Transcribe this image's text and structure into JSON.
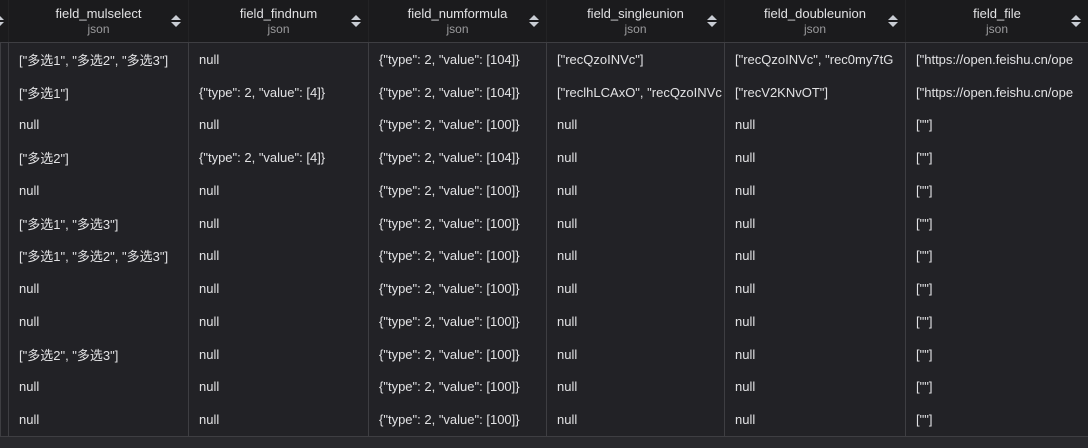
{
  "grid": {
    "columns": [
      {
        "name": "field_mulselect",
        "type": "json"
      },
      {
        "name": "field_findnum",
        "type": "json"
      },
      {
        "name": "field_numformula",
        "type": "json"
      },
      {
        "name": "field_singleunion",
        "type": "json"
      },
      {
        "name": "field_doubleunion",
        "type": "json"
      },
      {
        "name": "field_file",
        "type": "json"
      }
    ],
    "rows": [
      [
        "[\"多选1\", \"多选2\", \"多选3\"]",
        "null",
        "{\"type\": 2, \"value\": [104]}",
        "[\"recQzoINVc\"]",
        "[\"recQzoINVc\", \"rec0my7tG",
        "[\"https://open.feishu.cn/ope"
      ],
      [
        "[\"多选1\"]",
        "{\"type\": 2, \"value\": [4]}",
        "{\"type\": 2, \"value\": [104]}",
        "[\"reclhLCAxO\", \"recQzoINVc",
        "[\"recV2KNvOT\"]",
        "[\"https://open.feishu.cn/ope"
      ],
      [
        "null",
        "null",
        "{\"type\": 2, \"value\": [100]}",
        "null",
        "null",
        "[\"\"]"
      ],
      [
        "[\"多选2\"]",
        "{\"type\": 2, \"value\": [4]}",
        "{\"type\": 2, \"value\": [104]}",
        "null",
        "null",
        "[\"\"]"
      ],
      [
        "null",
        "null",
        "{\"type\": 2, \"value\": [100]}",
        "null",
        "null",
        "[\"\"]"
      ],
      [
        "[\"多选1\", \"多选3\"]",
        "null",
        "{\"type\": 2, \"value\": [100]}",
        "null",
        "null",
        "[\"\"]"
      ],
      [
        "[\"多选1\", \"多选2\", \"多选3\"]",
        "null",
        "{\"type\": 2, \"value\": [100]}",
        "null",
        "null",
        "[\"\"]"
      ],
      [
        "null",
        "null",
        "{\"type\": 2, \"value\": [100]}",
        "null",
        "null",
        "[\"\"]"
      ],
      [
        "null",
        "null",
        "{\"type\": 2, \"value\": [100]}",
        "null",
        "null",
        "[\"\"]"
      ],
      [
        "[\"多选2\", \"多选3\"]",
        "null",
        "{\"type\": 2, \"value\": [100]}",
        "null",
        "null",
        "[\"\"]"
      ],
      [
        "null",
        "null",
        "{\"type\": 2, \"value\": [100]}",
        "null",
        "null",
        "[\"\"]"
      ],
      [
        "null",
        "null",
        "{\"type\": 2, \"value\": [100]}",
        "null",
        "null",
        "[\"\"]"
      ]
    ]
  },
  "colors": {
    "header_bg": "#1b1b1d",
    "body_bg": "#222226",
    "footer_bg": "#29292d",
    "grid_line": "#3e3e42",
    "text": "#e2e2e4",
    "type_label": "#9b9b9d",
    "sort_icon": "#c9cdd4"
  }
}
